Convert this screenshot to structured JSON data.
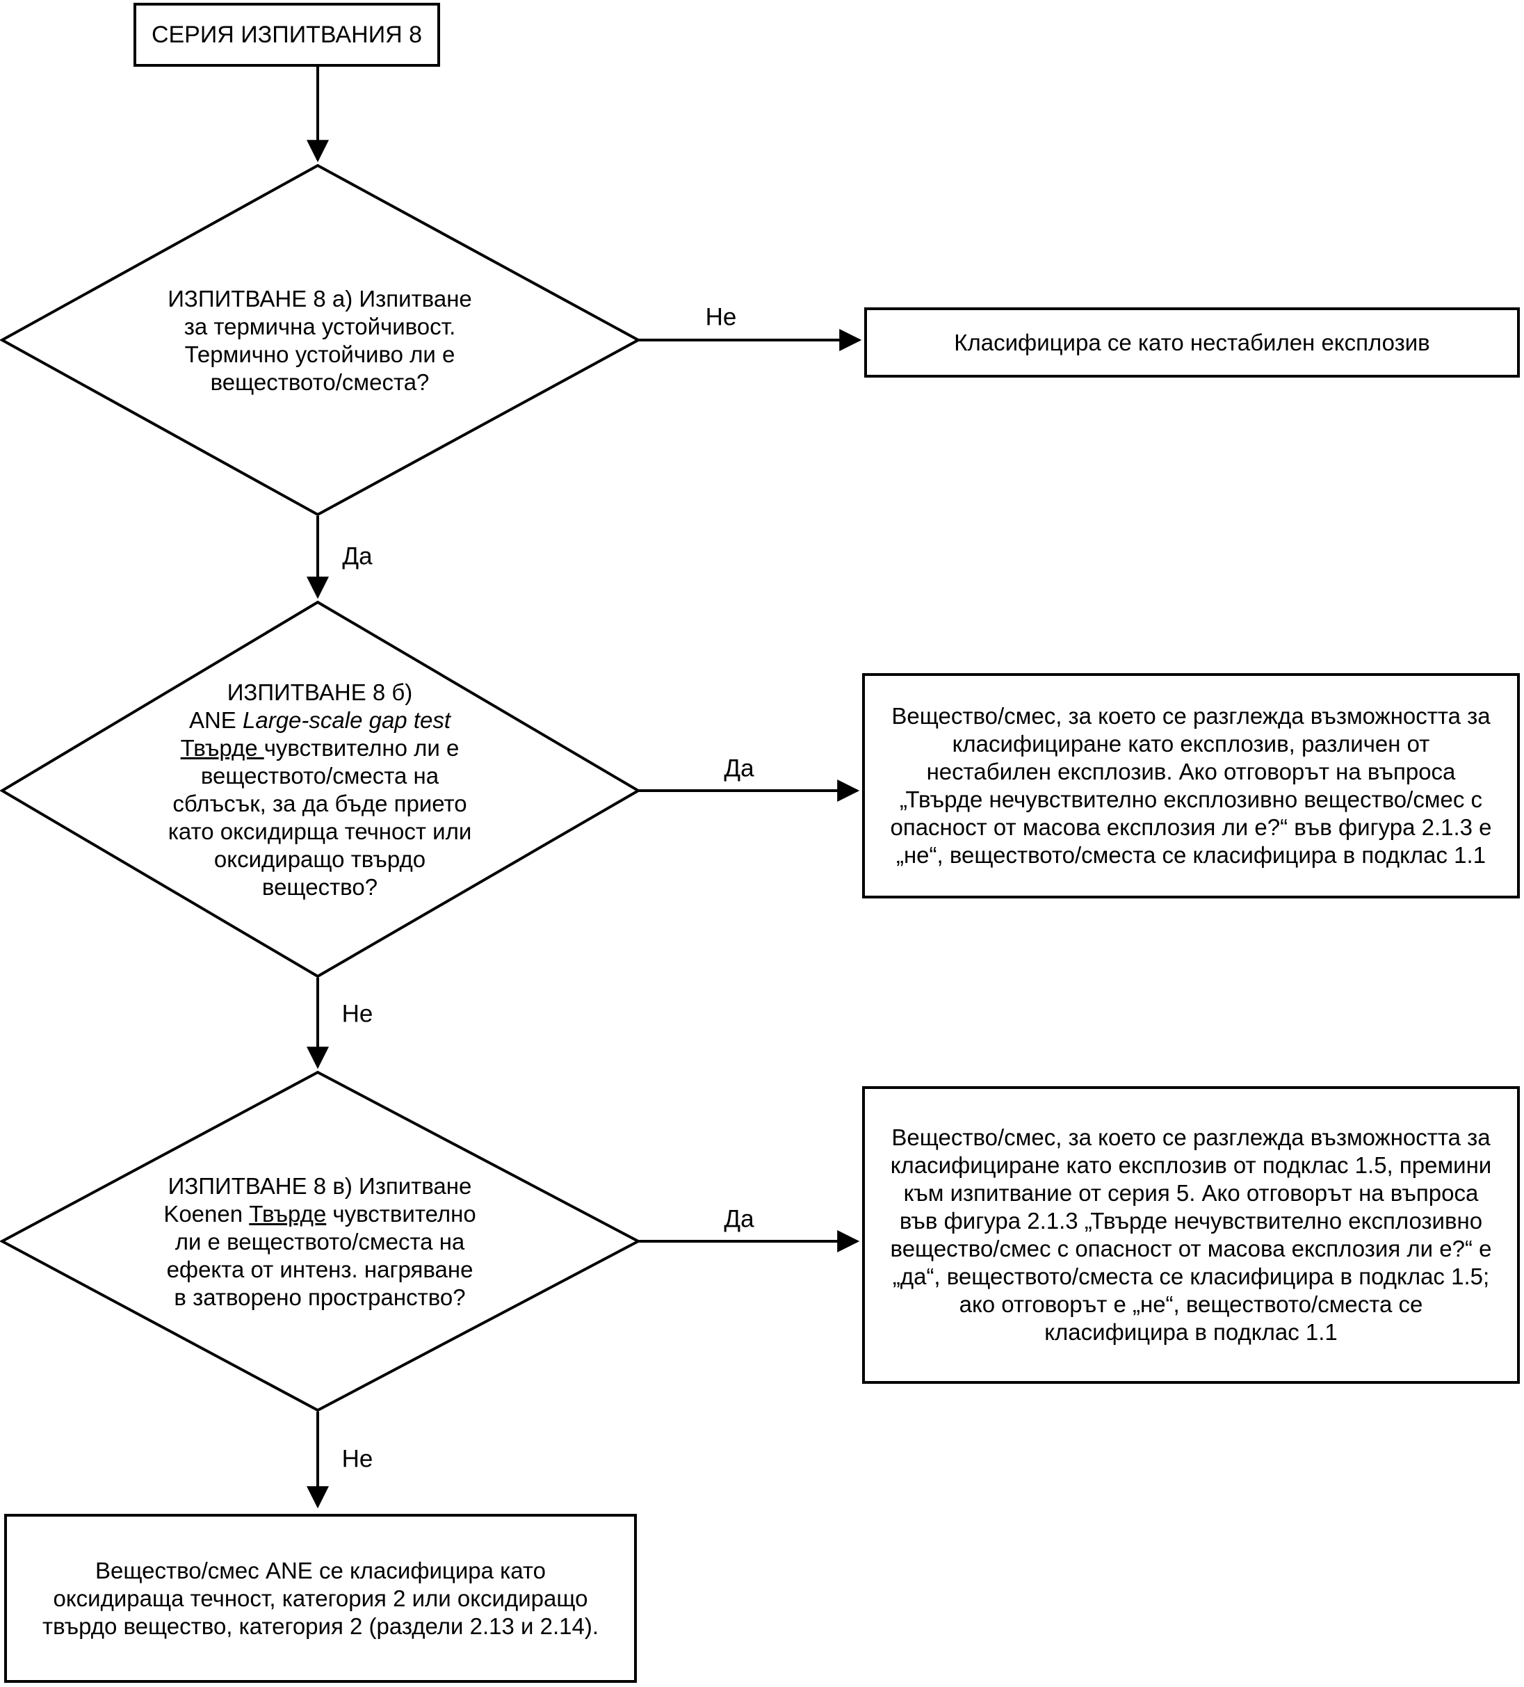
{
  "figure": {
    "background_color": "#ffffff",
    "line_color": "#000000",
    "text_color": "#000000"
  },
  "start": {
    "label": "СЕРИЯ ИЗПИТВАНИЯ 8"
  },
  "test_8a": {
    "question": "ИЗПИТВАНЕ 8 а) Изпитване за термична устойчивост. Термично устойчиво ли е веществото/сместа?",
    "no_label": "Не",
    "yes_label": "Да",
    "no_result": "Класифицира се като нестабилен експлозив"
  },
  "test_8b": {
    "title": "ИЗПИТВАНЕ 8 б)",
    "test_name_prefix": "ANE ",
    "test_name_italic": "Large-scale gap test",
    "question_underlined": "Твърде ",
    "question_rest": "чувствително ли е веществото/сместа на сблъсък, за да бъде прието като оксидирща течност или оксидиращо твърдо вещество?",
    "yes_label": "Да",
    "no_label": "Не",
    "yes_result": "Вещество/смес, за което се разглежда възможността за класифициране като експлозив, различен от нестабилен експлозив. Ако отговорът на въпроса „Твърде нечувствително експлозивно вещество/смес с опасност от масова експлозия ли е?“ във фигура 2.1.3 е „не“, веществото/сместа се класифицира в подклас 1.1"
  },
  "test_8c": {
    "question_part1": "ИЗПИТВАНЕ 8 в) Изпитване Koenen ",
    "question_underlined": "Твърде",
    "question_part2": " чувствително ли е веществото/сместа на ефекта от интенз. нагряване в затворено пространство?",
    "yes_label": "Да",
    "no_label": "Не",
    "yes_result": "Вещество/смес, за което се разглежда възможността за класифициране като експлозив от подклас 1.5, премини към изпитвание от серия 5. Ако отговорът на въпроса във фигура 2.1.3 „Твърде нечувствително експлозивно вещество/смес с опасност от масова експлозия ли е?“ е „да“, веществото/сместа се класифицира в подклас 1.5; ако отговорът е „не“, веществото/сместа се класифицира в подклас 1.1"
  },
  "final": {
    "label": "Вещество/смес ANE се класифицира като оксидираща течност, категория 2 или оксидиращо твърдо вещество, категория 2 (раздели 2.13 и 2.14)."
  }
}
